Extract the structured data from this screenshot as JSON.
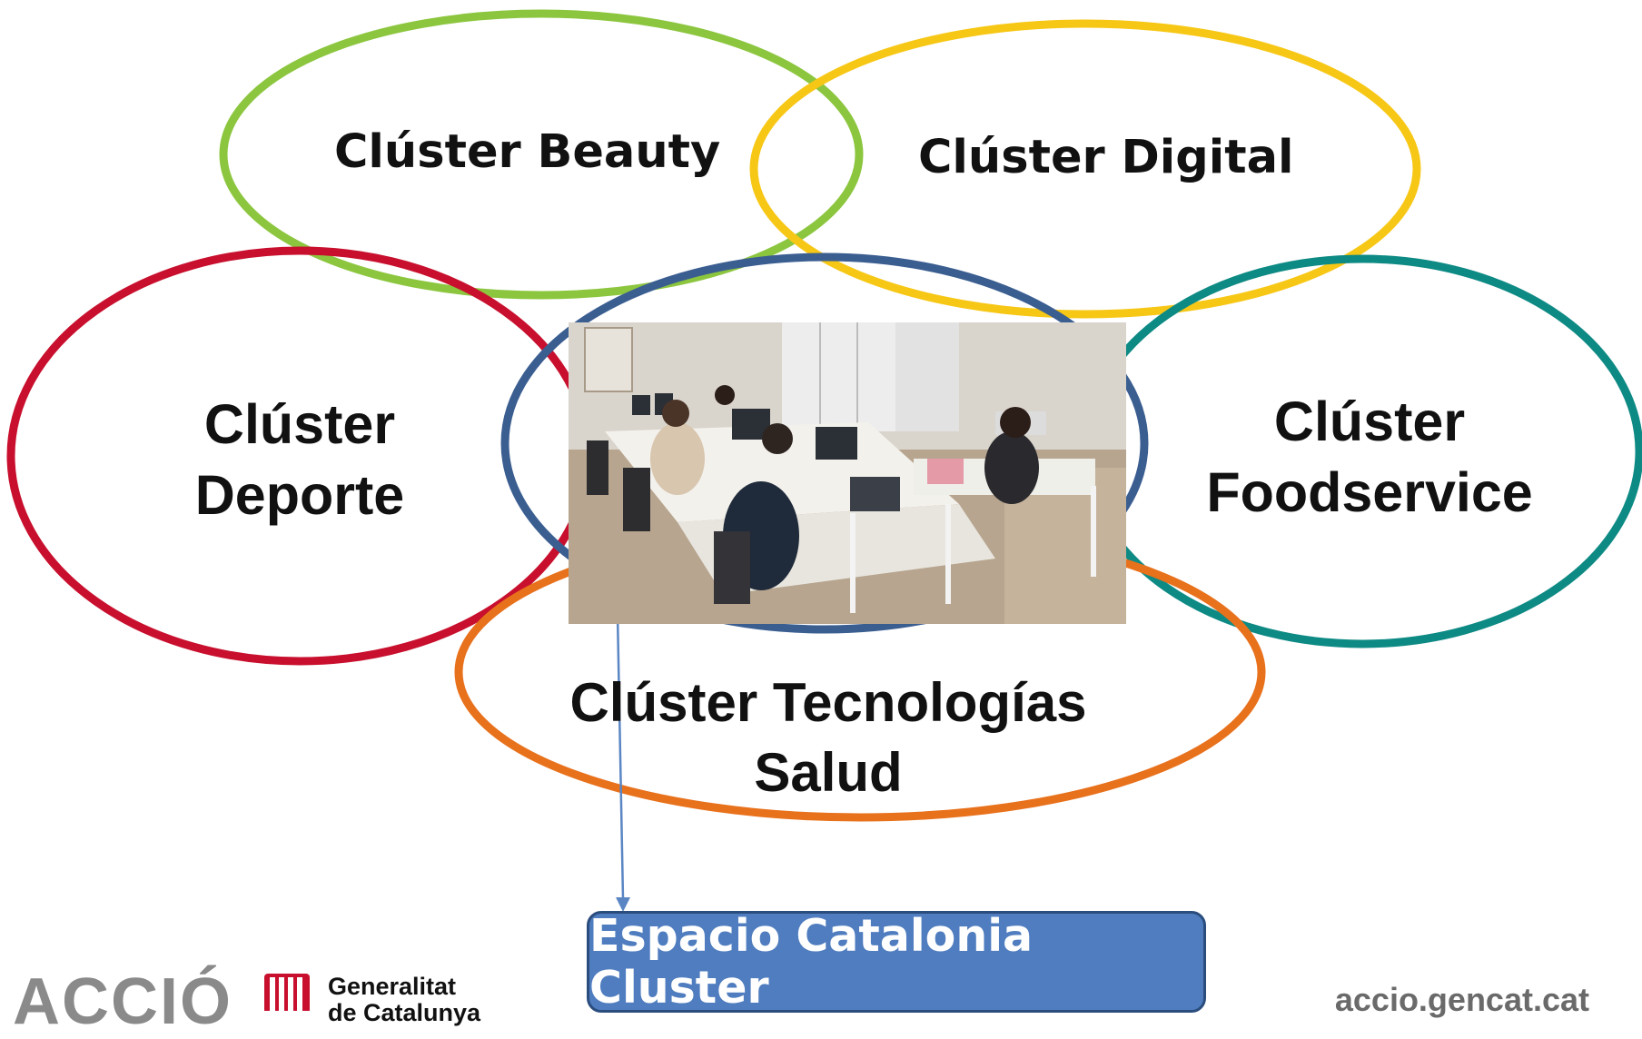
{
  "clusters": {
    "beauty": {
      "label": "Clúster Beauty",
      "color": "#8cc63f"
    },
    "digital": {
      "label": "Clúster Digital",
      "color": "#f7c716"
    },
    "deporte": {
      "line1": "Clúster",
      "line2": "Deporte",
      "color": "#c8102e"
    },
    "foodservice": {
      "line1": "Clúster",
      "line2": "Foodservice",
      "color": "#0e8a84"
    },
    "tecnologias": {
      "line1": "Clúster Tecnologías",
      "line2": "Salud",
      "color": "#e8711c"
    },
    "center": {
      "color": "#3b5e91"
    }
  },
  "photo": {
    "icon": "office-photo"
  },
  "hub": {
    "label": "Espacio Catalonia Cluster",
    "color": "#4f7dbf"
  },
  "footer": {
    "accio_logo": "ACCIÓ",
    "generalitat_line1": "Generalitat",
    "generalitat_line2": "de Catalunya",
    "url": "accio.gencat.cat"
  }
}
